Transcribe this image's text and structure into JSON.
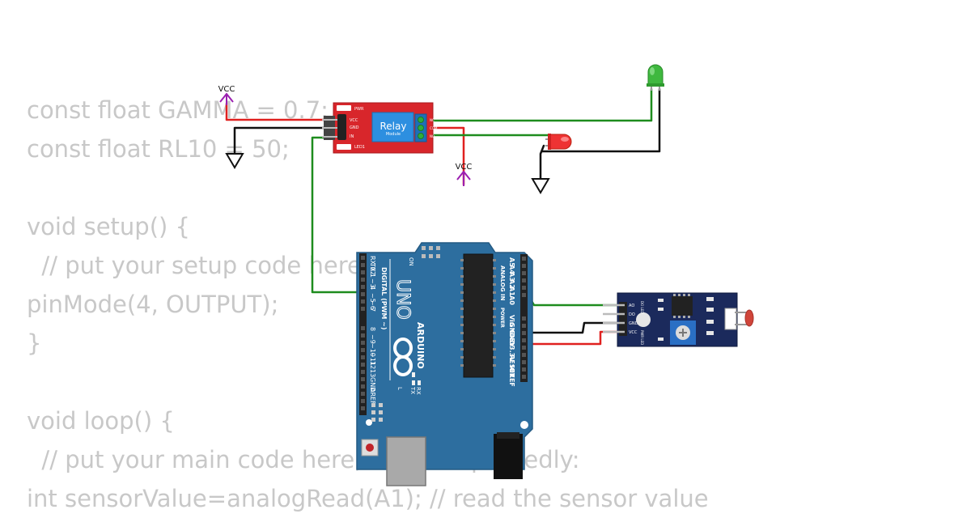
{
  "code_lines": [
    "const float GAMMA = 0.7;",
    "const float RL10 = 50;",
    "",
    "void setup() {",
    "  // put your setup code here, to run once:",
    "pinMode(4, OUTPUT);",
    "}",
    "",
    "void loop() {",
    "  // put your main code here, to run repeatedly:",
    "int sensorValue=analogRead(A1); // read the sensor value"
  ],
  "vcc_label": "VCC",
  "relay": {
    "title": "Relay",
    "subtitle": "Module",
    "pins": [
      "PWR",
      "VCC",
      "GND",
      "IN",
      "LED1"
    ],
    "contacts": [
      "NC",
      "COM",
      "NO"
    ]
  },
  "arduino": {
    "brand": "ARDUINO",
    "model": "UNO",
    "on_label": "ON",
    "digital_header": "DIGITAL (PWM ~)",
    "analog_header": "ANALOG IN",
    "power_header": "POWER",
    "digital_pins": [
      "RX 0",
      "TX 1",
      "2",
      "~3",
      "4",
      "~5",
      "~6",
      "7",
      "8",
      "~9",
      "~10",
      "~11",
      "12",
      "13",
      "GND",
      "AREF"
    ],
    "analog_pins": [
      "A5",
      "A4",
      "A3",
      "A2",
      "A1",
      "A0"
    ],
    "power_pins": [
      "Vin",
      "GND",
      "GND",
      "5V",
      "3.3V",
      "RESET",
      "IOREF"
    ],
    "led_labels": [
      "L",
      "TX",
      "RX"
    ]
  },
  "sensor_module": {
    "pins": [
      "AO",
      "DO",
      "GND",
      "VCC"
    ],
    "led_labels": [
      "DO LED",
      "PWR LED"
    ]
  },
  "colors": {
    "wire_green": "#1e8c1e",
    "wire_red": "#e0201f",
    "wire_black": "#111111",
    "vcc_purple": "#9b1fb0",
    "board_blue": "#2d6e9f",
    "relay_red": "#d8262b",
    "sensor_navy": "#1b2a5c",
    "led_green": "#3fb83f",
    "led_red": "#e33"
  }
}
